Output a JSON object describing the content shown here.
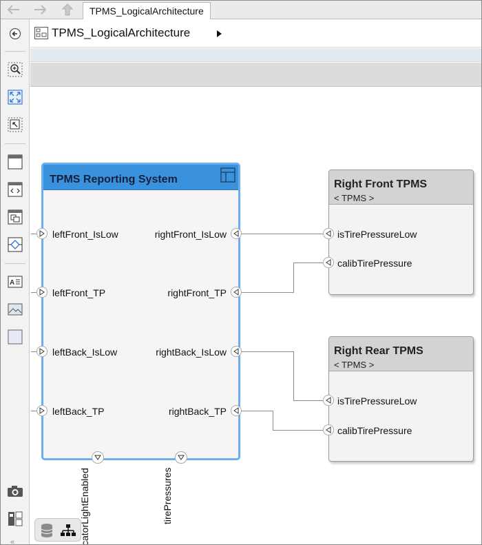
{
  "tab": {
    "title": "TPMS_LogicalArchitecture"
  },
  "address": {
    "path": "TPMS_LogicalArchitecture"
  },
  "blocks": {
    "main": {
      "title": "TPMS Reporting System",
      "ports_left": [
        "leftFront_IsLow",
        "leftFront_TP",
        "leftBack_IsLow",
        "leftBack_TP"
      ],
      "ports_right": [
        "rightFront_IsLow",
        "rightFront_TP",
        "rightBack_IsLow",
        "rightBack_TP"
      ],
      "ports_bottom": [
        "catorLightEnabled",
        "tirePressures"
      ]
    },
    "right_front": {
      "title": "Right Front TPMS",
      "ref": "< TPMS >",
      "ports": [
        "isTirePressureLow",
        "calibTirePressure"
      ]
    },
    "right_rear": {
      "title": "Right Rear TPMS",
      "ref": "< TPMS >",
      "ports": [
        "isTirePressureLow",
        "calibTirePressure"
      ]
    }
  },
  "icons": {
    "back": "back-arrow-icon",
    "forward": "forward-arrow-icon",
    "up": "up-arrow-icon",
    "zoom": "zoom-in-icon",
    "fit": "fit-view-icon",
    "component": "component-icon",
    "port": "port-icon",
    "annotation": "annotation-icon",
    "image": "image-icon",
    "area": "area-icon",
    "camera": "camera-icon",
    "database": "database-icon",
    "hierarchy": "hierarchy-icon"
  },
  "colors": {
    "block_border": "#68aef0",
    "block_header": "#3b92dc",
    "component_header": "#d3d3d3"
  }
}
